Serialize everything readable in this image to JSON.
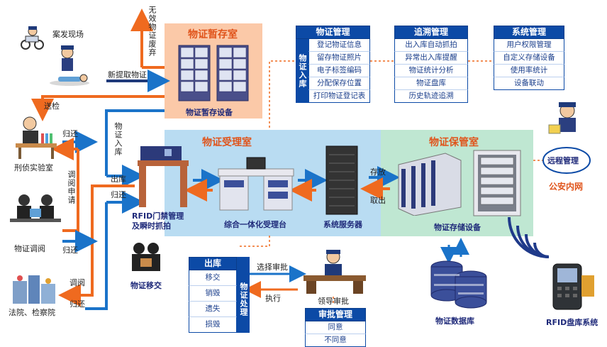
{
  "rooms": {
    "temp": "物证暂存室",
    "receive": "物证受理室",
    "keep": "物证保管室"
  },
  "devices": {
    "temp_device": "物证暂存设备",
    "rfid_gate": "RFID门禁管理\n及瞬时抓拍",
    "desk": "综合一体化受理台",
    "server": "系统服务器",
    "storage": "物证存储设备",
    "database": "物证数据库",
    "rfid_scanner": "RFID盘库系统",
    "transfer": "物证移交"
  },
  "left": {
    "scene": "案发现场",
    "lab": "刑侦实验室",
    "review": "物证调阅",
    "court": "法院、检察院"
  },
  "arrows": {
    "invalid": "无效物证废弃",
    "new_extract": "新提取物证",
    "send_check": "送检",
    "return1": "归还",
    "borrow_apply": "调阅申请",
    "return2": "归还",
    "inbound": "物证入库",
    "outbound": "出库",
    "return_gate": "归还",
    "borrow": "调阅",
    "return3": "归还",
    "store": "存放",
    "retrieve": "取出",
    "select_approve": "选择审批",
    "execute": "执行",
    "leader_approve": "领导审批"
  },
  "panels": {
    "evidence_mgmt": {
      "title": "物证管理",
      "side": "物证入库",
      "items": [
        "登记物证信息",
        "留存物证照片",
        "电子标签编码",
        "分配保存位置",
        "打印物证登记表"
      ]
    },
    "trace_mgmt": {
      "title": "追溯管理",
      "items": [
        "出入库自动抓拍",
        "异常出入库提醒",
        "物证统计分析",
        "物证盘库",
        "历史轨迹追溯"
      ]
    },
    "system_mgmt": {
      "title": "系统管理",
      "items": [
        "用户权限管理",
        "自定义存储设备",
        "使用率统计",
        "设备联动"
      ]
    },
    "outbound": {
      "title": "出库",
      "side": "物证处理",
      "items": [
        "移交",
        "销毁",
        "遗失",
        "损毁"
      ]
    },
    "approval": {
      "title": "审批管理",
      "items": [
        "同意",
        "不同意"
      ]
    }
  },
  "remote": {
    "label": "远程管理",
    "network": "公安内网"
  },
  "colors": {
    "orange": "#ef6a1f",
    "blue": "#1a73c9",
    "navy": "#0c4aa6",
    "salmon": "#fbc9a8",
    "lightblue": "#b9dcf2",
    "mint": "#bfe7d2"
  }
}
